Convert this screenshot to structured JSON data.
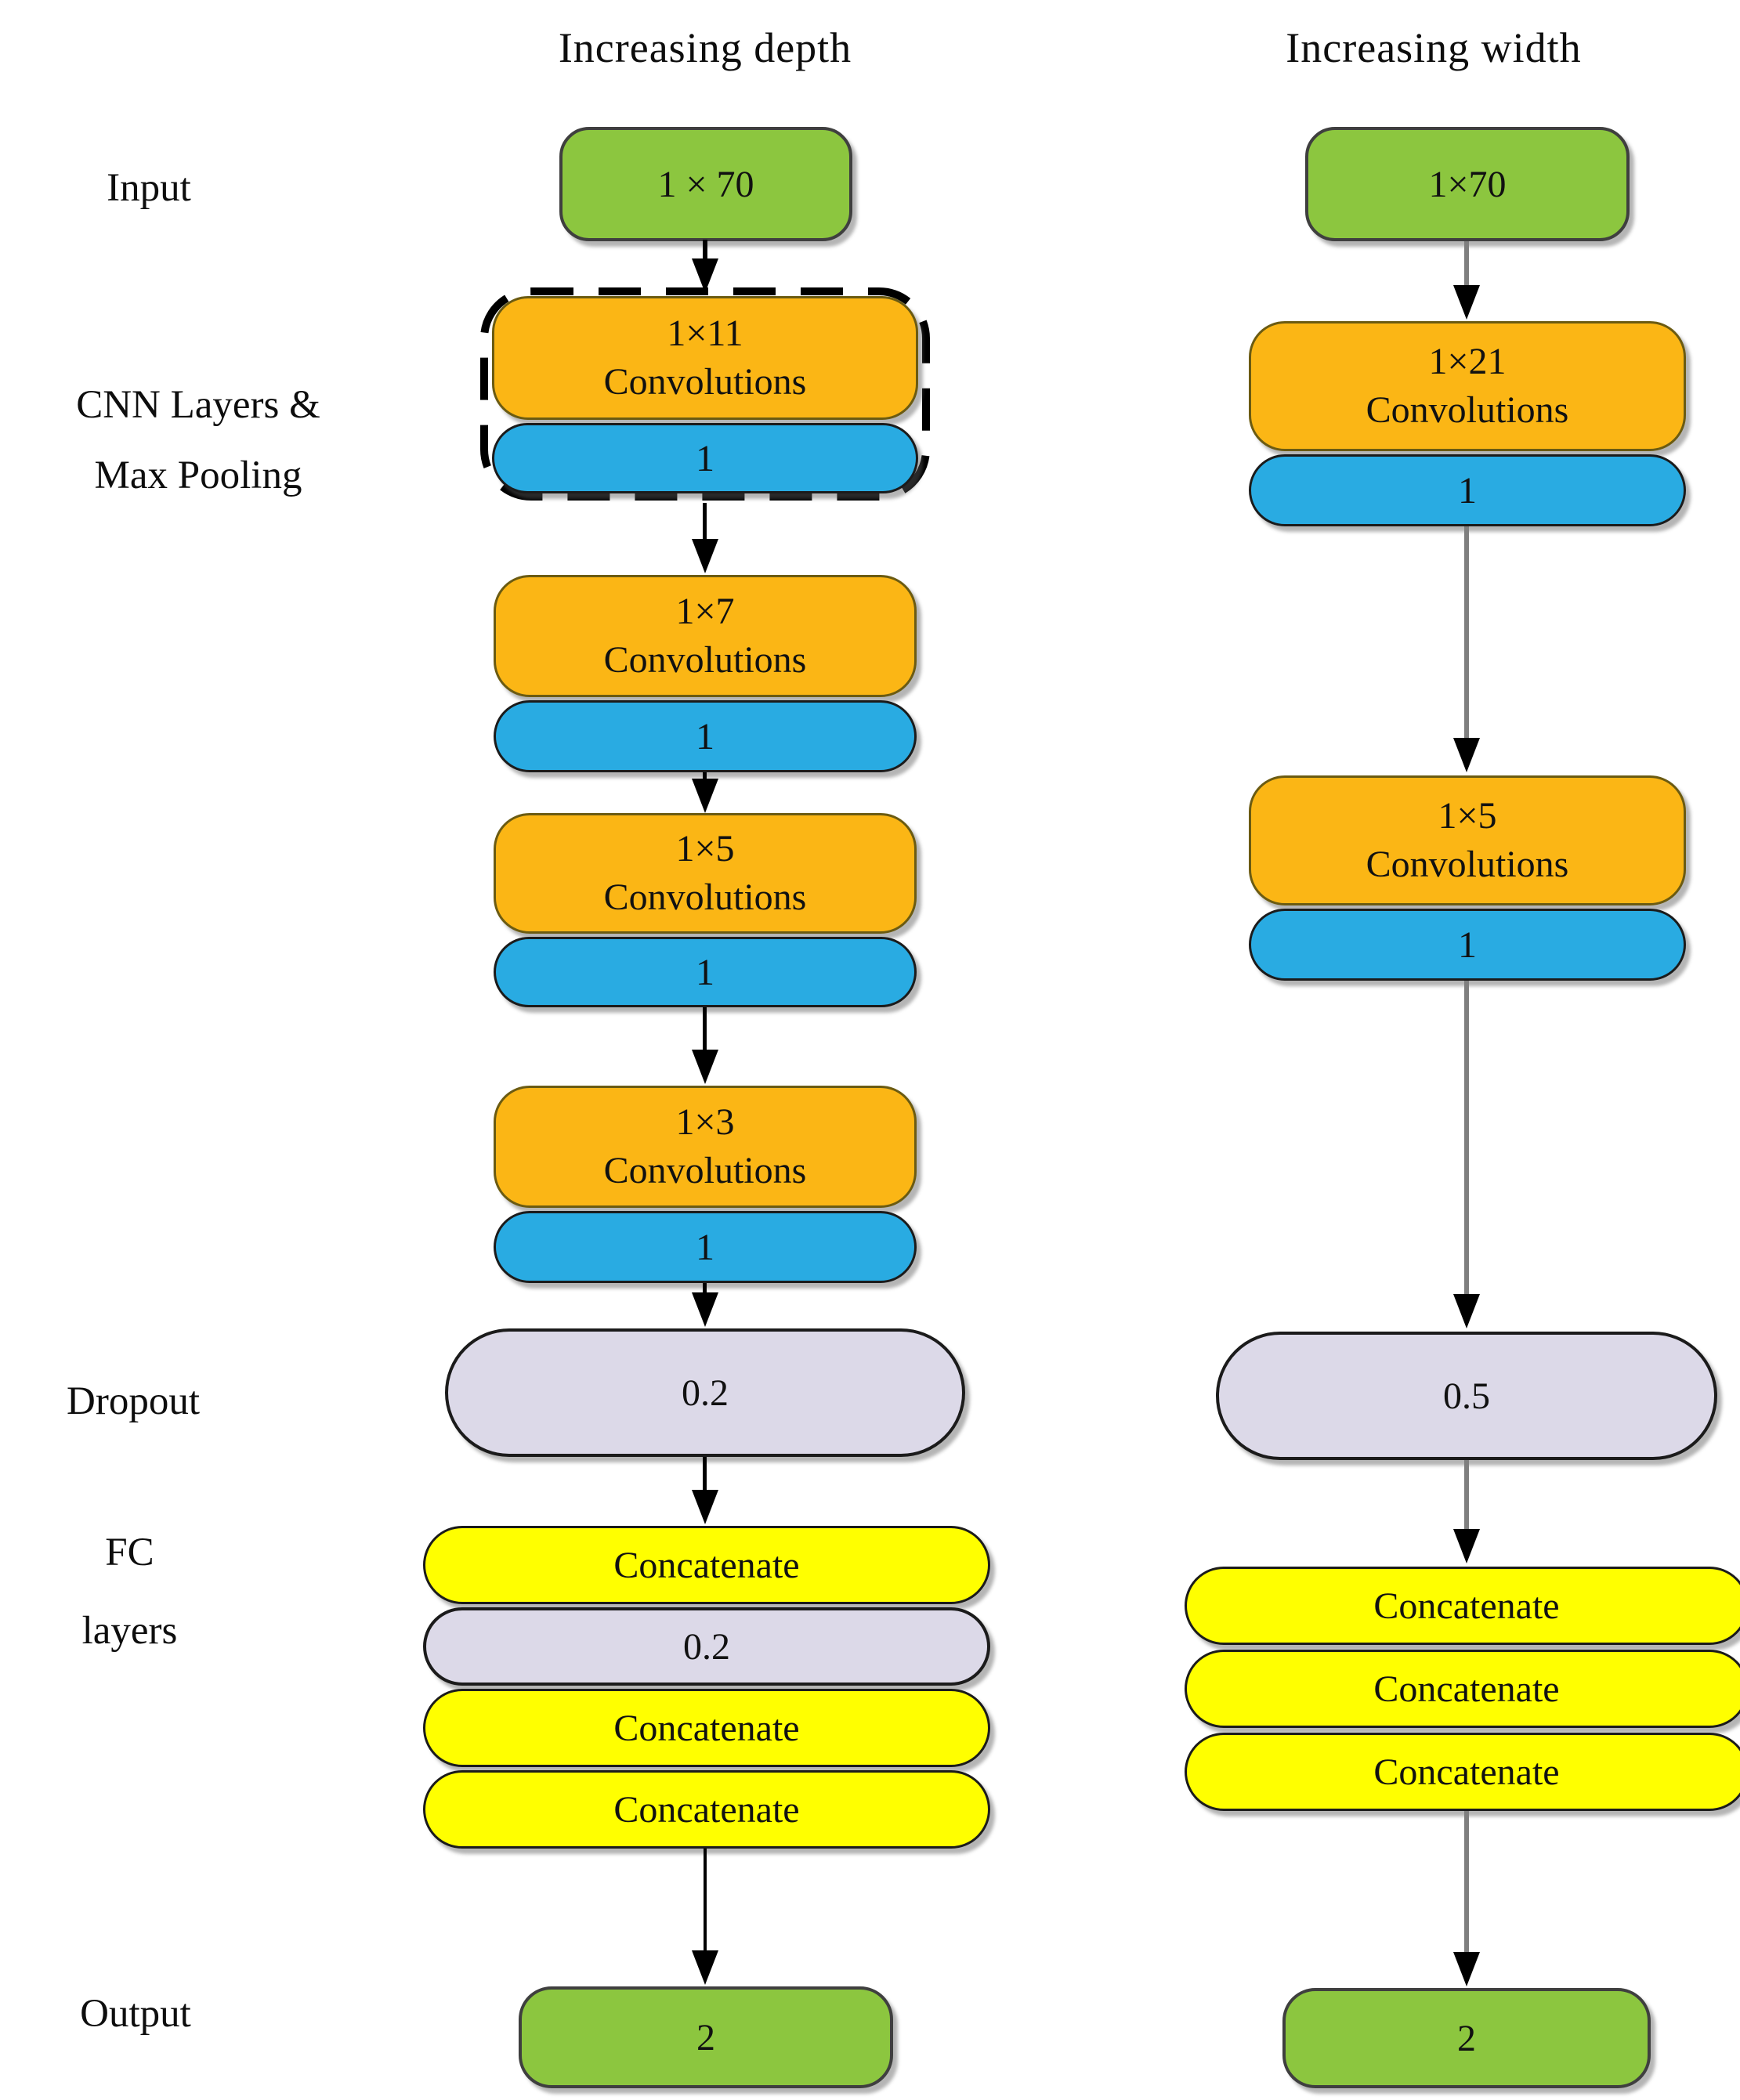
{
  "diagram": {
    "titles": {
      "left": "Increasing depth",
      "right": "Increasing width"
    },
    "side_labels": {
      "input": "Input",
      "cnn_line1": "CNN Layers &",
      "cnn_line2": "Max Pooling",
      "dropout": "Dropout",
      "fc_line1": "FC",
      "fc_line2": "layers",
      "output": "Output"
    },
    "left_column": {
      "input": "1 × 70",
      "blocks": [
        {
          "kernel": "1×11",
          "op": "Convolutions",
          "pool": "1"
        },
        {
          "kernel": "1×7",
          "op": "Convolutions",
          "pool": "1"
        },
        {
          "kernel": "1×5",
          "op": "Convolutions",
          "pool": "1"
        },
        {
          "kernel": "1×3",
          "op": "Convolutions",
          "pool": "1"
        }
      ],
      "dropout": "0.2",
      "fc_layers": [
        "Concatenate",
        "0.2",
        "Concatenate",
        "Concatenate"
      ],
      "output": "2"
    },
    "right_column": {
      "input": "1×70",
      "blocks": [
        {
          "kernel": "1×21",
          "op": "Convolutions",
          "pool": "1"
        },
        {
          "kernel": "1×5",
          "op": "Convolutions",
          "pool": "1"
        }
      ],
      "dropout": "0.5",
      "fc_layers": [
        "Concatenate",
        "Concatenate",
        "Concatenate"
      ],
      "output": "2"
    },
    "colors": {
      "input_output_fill": "#8CC63F",
      "conv_fill": "#FBB615",
      "pool_fill": "#29ABE2",
      "dropout_fill": "#DCD9E8",
      "fc_fill": "#FFFF00",
      "arrow_black": "#000000",
      "arrow_gray": "#7F7F7F"
    }
  }
}
